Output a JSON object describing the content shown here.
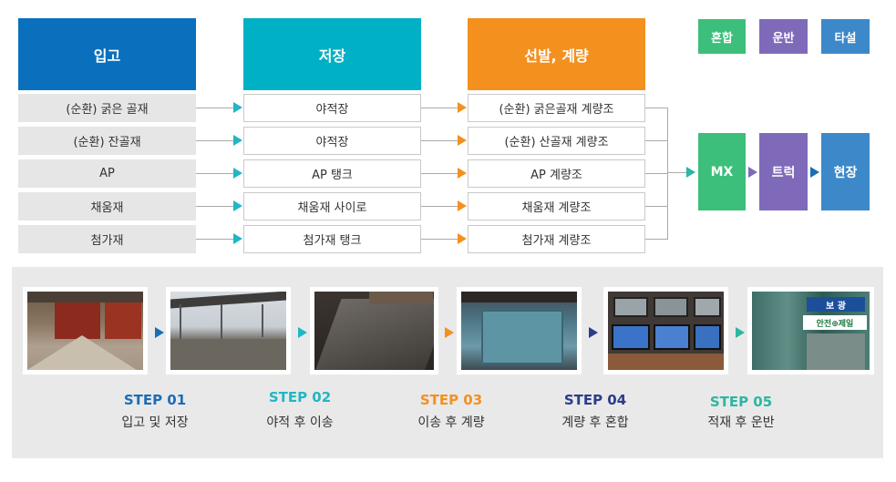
{
  "headers": {
    "intake": "입고",
    "storage": "저장",
    "selection": "선발, 계량"
  },
  "intake_items": [
    "(순환) 굵은 골재",
    "(순환) 잔골재",
    "AP",
    "채움재",
    "첨가재"
  ],
  "storage_items": [
    "야적장",
    "야적장",
    "AP 탱크",
    "채움재 사이로",
    "첨가재 탱크"
  ],
  "weigh_items": [
    "(순환) 굵은골재 계량조",
    "(순환) 산골재 계량조",
    "AP 계량조",
    "채움재 계량조",
    "첨가재 계량조"
  ],
  "legend": {
    "mix": "혼합",
    "transport": "운반",
    "pave": "타설"
  },
  "final": {
    "mx": "MX",
    "truck": "트럭",
    "site": "현장"
  },
  "steps": [
    {
      "label": "STEP 01",
      "desc": "입고 및 저장",
      "color": "#1c6db8"
    },
    {
      "label": "STEP 02",
      "desc": "야적 후 이송",
      "color": "#21b6c4"
    },
    {
      "label": "STEP 03",
      "desc": "이송 후 계량",
      "color": "#f3901e"
    },
    {
      "label": "STEP 04",
      "desc": "계량 후 혼합",
      "color": "#2b3c8c"
    },
    {
      "label": "STEP 05",
      "desc": "적재 후 운반",
      "color": "#2db6a3"
    }
  ],
  "photo_sign": {
    "top": "보 광",
    "bottom": "안전⊕제일"
  },
  "colors": {
    "intake": "#0a70be",
    "storage": "#00b0c4",
    "selection": "#f3901e",
    "mix": "#3cbf7a",
    "transport": "#7f6ab9",
    "pave": "#3d88c8"
  }
}
